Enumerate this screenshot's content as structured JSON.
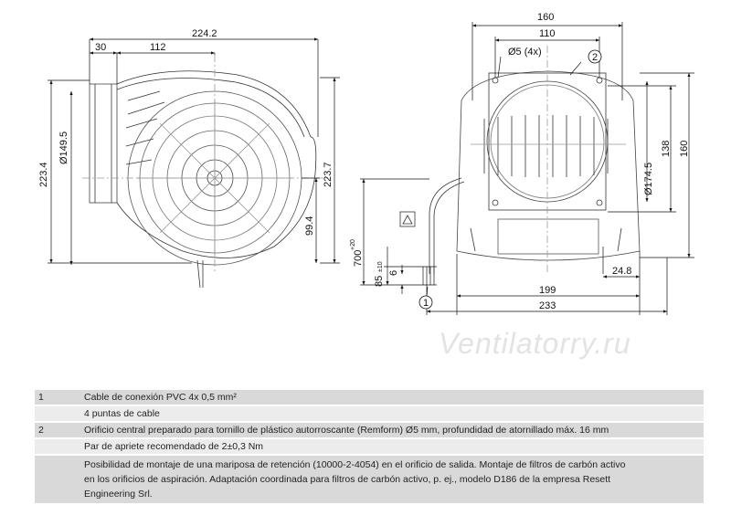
{
  "drawing": {
    "left_view": {
      "dims": {
        "total_width": "224.2",
        "left_offset": "30",
        "mid_width": "112",
        "height_total": "223.4",
        "inner_diameter": "Ø149.5",
        "right_height": "223.7",
        "lower_height": "99.4"
      }
    },
    "right_view": {
      "dims": {
        "top_width": "160",
        "hole_spacing": "110",
        "hole_diameter": "Ø5 (4x)",
        "callout_2": "2",
        "height_138": "138",
        "height_160": "160",
        "outlet_diameter": "Ø174.5",
        "cable_length": "700",
        "cable_length_tol": "+20",
        "cable_strip": "85",
        "cable_strip_tol": "±10",
        "cable_tip": "6",
        "callout_1": "1",
        "offset_24_8": "24.8",
        "width_199": "199",
        "width_233": "233"
      }
    },
    "watermark": "Ventilatorry.ru"
  },
  "notes": [
    {
      "num": "1",
      "text": "Cable de conexión PVC 4x 0,5 mm²"
    },
    {
      "num": "",
      "text": "4 puntas de cable"
    },
    {
      "num": "2",
      "text": "Orificio central preparado para tornillo de plástico autorroscante (Remform) Ø5 mm, profundidad de atornillado máx. 16 mm"
    },
    {
      "num": "",
      "text": "Par de apriete recomendado de 2±0,3 Nm"
    },
    {
      "num": "",
      "lines": [
        "Posibilidad de montaje de una mariposa de retención (10000-2-4054) en el orificio de salida. Montaje de filtros de carbón activo",
        "en los orificios de aspiración. Adaptación coordinada para filtros de carbón activo, p. ej., modelo D186 de la empresa Resett",
        "Engineering Srl."
      ]
    }
  ]
}
